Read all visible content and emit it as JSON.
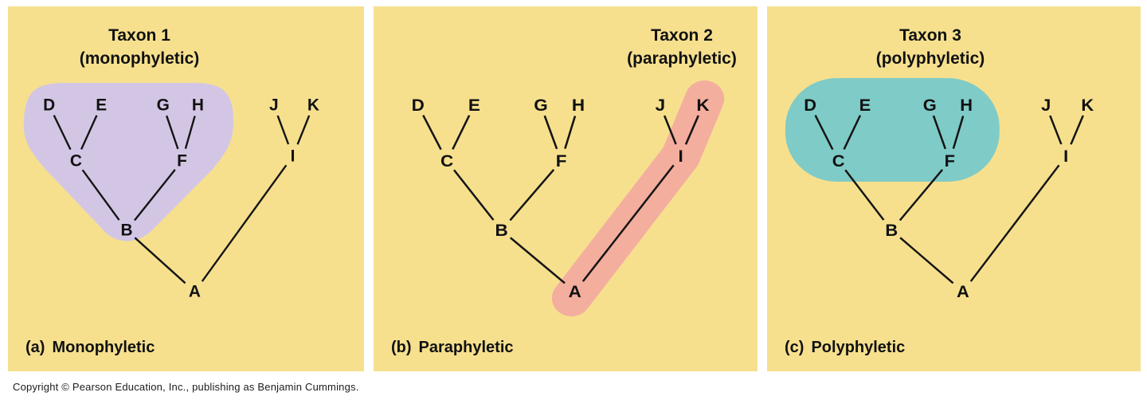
{
  "figure": {
    "copyright": "Copyright © Pearson Education, Inc., publishing as Benjamin Cummings."
  },
  "colors": {
    "panel_bg": "#F6E08E",
    "line": "#141414",
    "text": "#111111",
    "monophyletic_blob": "#D3C6E5",
    "paraphyletic_blob": "#F4AE9E",
    "polyphyletic_blob": "#7FCBC7"
  },
  "tree": {
    "nodes": [
      "A",
      "B",
      "C",
      "D",
      "E",
      "F",
      "G",
      "H",
      "I",
      "J",
      "K"
    ],
    "edges": [
      [
        "D",
        "C"
      ],
      [
        "E",
        "C"
      ],
      [
        "G",
        "F"
      ],
      [
        "H",
        "F"
      ],
      [
        "C",
        "B"
      ],
      [
        "F",
        "B"
      ],
      [
        "J",
        "I"
      ],
      [
        "K",
        "I"
      ],
      [
        "B",
        "A"
      ],
      [
        "I",
        "A"
      ]
    ]
  },
  "panels": [
    {
      "letter": "(a)",
      "caption": "Monophyletic",
      "title_line1": "Taxon 1",
      "title_line2": "(monophyletic)",
      "highlight": "monophyletic",
      "members": [
        "B",
        "C",
        "D",
        "E",
        "F",
        "G",
        "H"
      ]
    },
    {
      "letter": "(b)",
      "caption": "Paraphyletic",
      "title_line1": "Taxon 2",
      "title_line2": "(paraphyletic)",
      "highlight": "paraphyletic",
      "members": [
        "A",
        "I",
        "K"
      ]
    },
    {
      "letter": "(c)",
      "caption": "Polyphyletic",
      "title_line1": "Taxon 3",
      "title_line2": "(polyphyletic)",
      "highlight": "polyphyletic",
      "members": [
        "C",
        "D",
        "E",
        "F",
        "G",
        "H"
      ]
    }
  ]
}
